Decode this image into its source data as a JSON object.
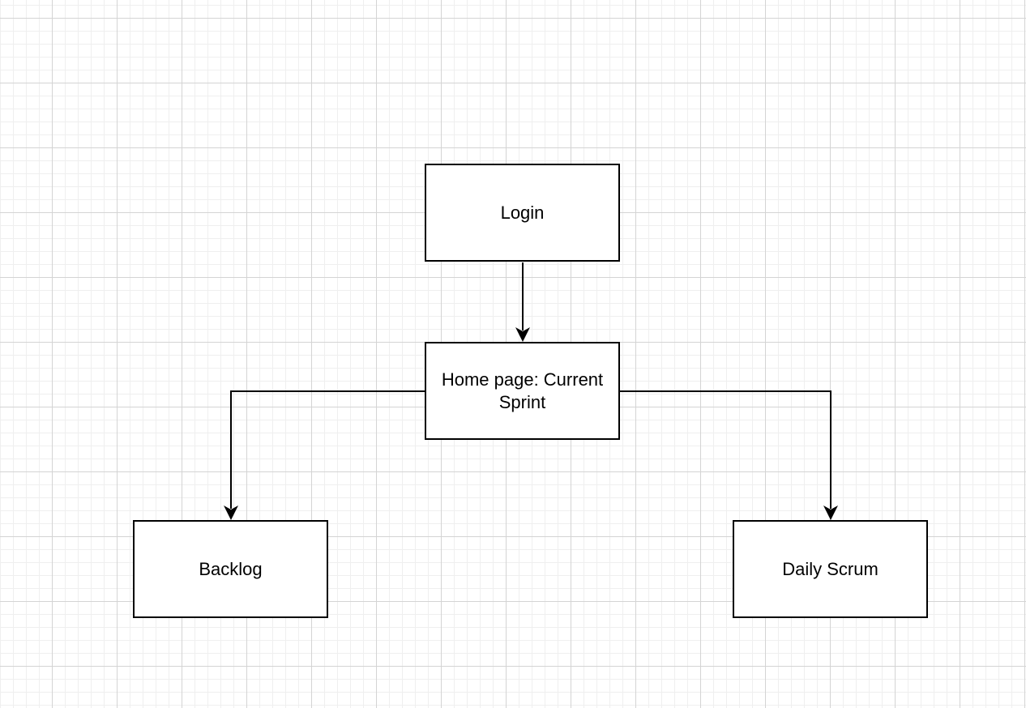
{
  "nodes": {
    "login": "Login",
    "home": "Home page: Current Sprint",
    "backlog": "Backlog",
    "daily_scrum": "Daily Scrum"
  },
  "edges": [
    {
      "from": "Login",
      "to": "Home page: Current Sprint"
    },
    {
      "from": "Home page: Current Sprint",
      "to": "Backlog"
    },
    {
      "from": "Home page: Current Sprint",
      "to": "Daily Scrum"
    }
  ]
}
